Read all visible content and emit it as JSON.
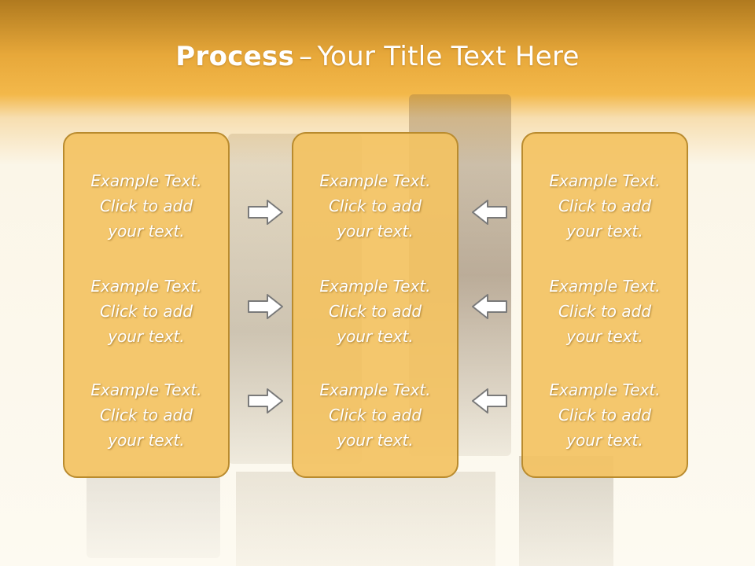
{
  "slide": {
    "title_bold": "Process",
    "title_dash": "–",
    "title_rest": "Your Title Text Here"
  },
  "columns": [
    {
      "paragraphs": [
        {
          "line1": "Example Text.",
          "line2": "Click  to add",
          "line3": "your text."
        },
        {
          "line1": "Example Text.",
          "line2": "Click  to add",
          "line3": "your text."
        },
        {
          "line1": "Example Text.",
          "line2": "Click  to add",
          "line3": "your text."
        }
      ]
    },
    {
      "paragraphs": [
        {
          "line1": "Example Text.",
          "line2": "Click  to add",
          "line3": "your text."
        },
        {
          "line1": "Example Text.",
          "line2": "Click  to add",
          "line3": "your text."
        },
        {
          "line1": "Example Text.",
          "line2": "Click  to add",
          "line3": "your text."
        }
      ]
    },
    {
      "paragraphs": [
        {
          "line1": "Example Text.",
          "line2": "Click  to add",
          "line3": "your text."
        },
        {
          "line1": "Example Text.",
          "line2": "Click  to add",
          "line3": "your text."
        },
        {
          "line1": "Example Text.",
          "line2": "Click  to add",
          "line3": "your text."
        }
      ]
    }
  ],
  "arrows": {
    "left": [
      "arrow-right-icon",
      "arrow-right-icon",
      "arrow-right-icon"
    ],
    "right": [
      "arrow-left-icon",
      "arrow-left-icon",
      "arrow-left-icon"
    ]
  },
  "colors": {
    "header": "#e7a83a",
    "box_fill": "#f3c262",
    "box_border": "#b98b2e",
    "text": "#ffffff"
  }
}
